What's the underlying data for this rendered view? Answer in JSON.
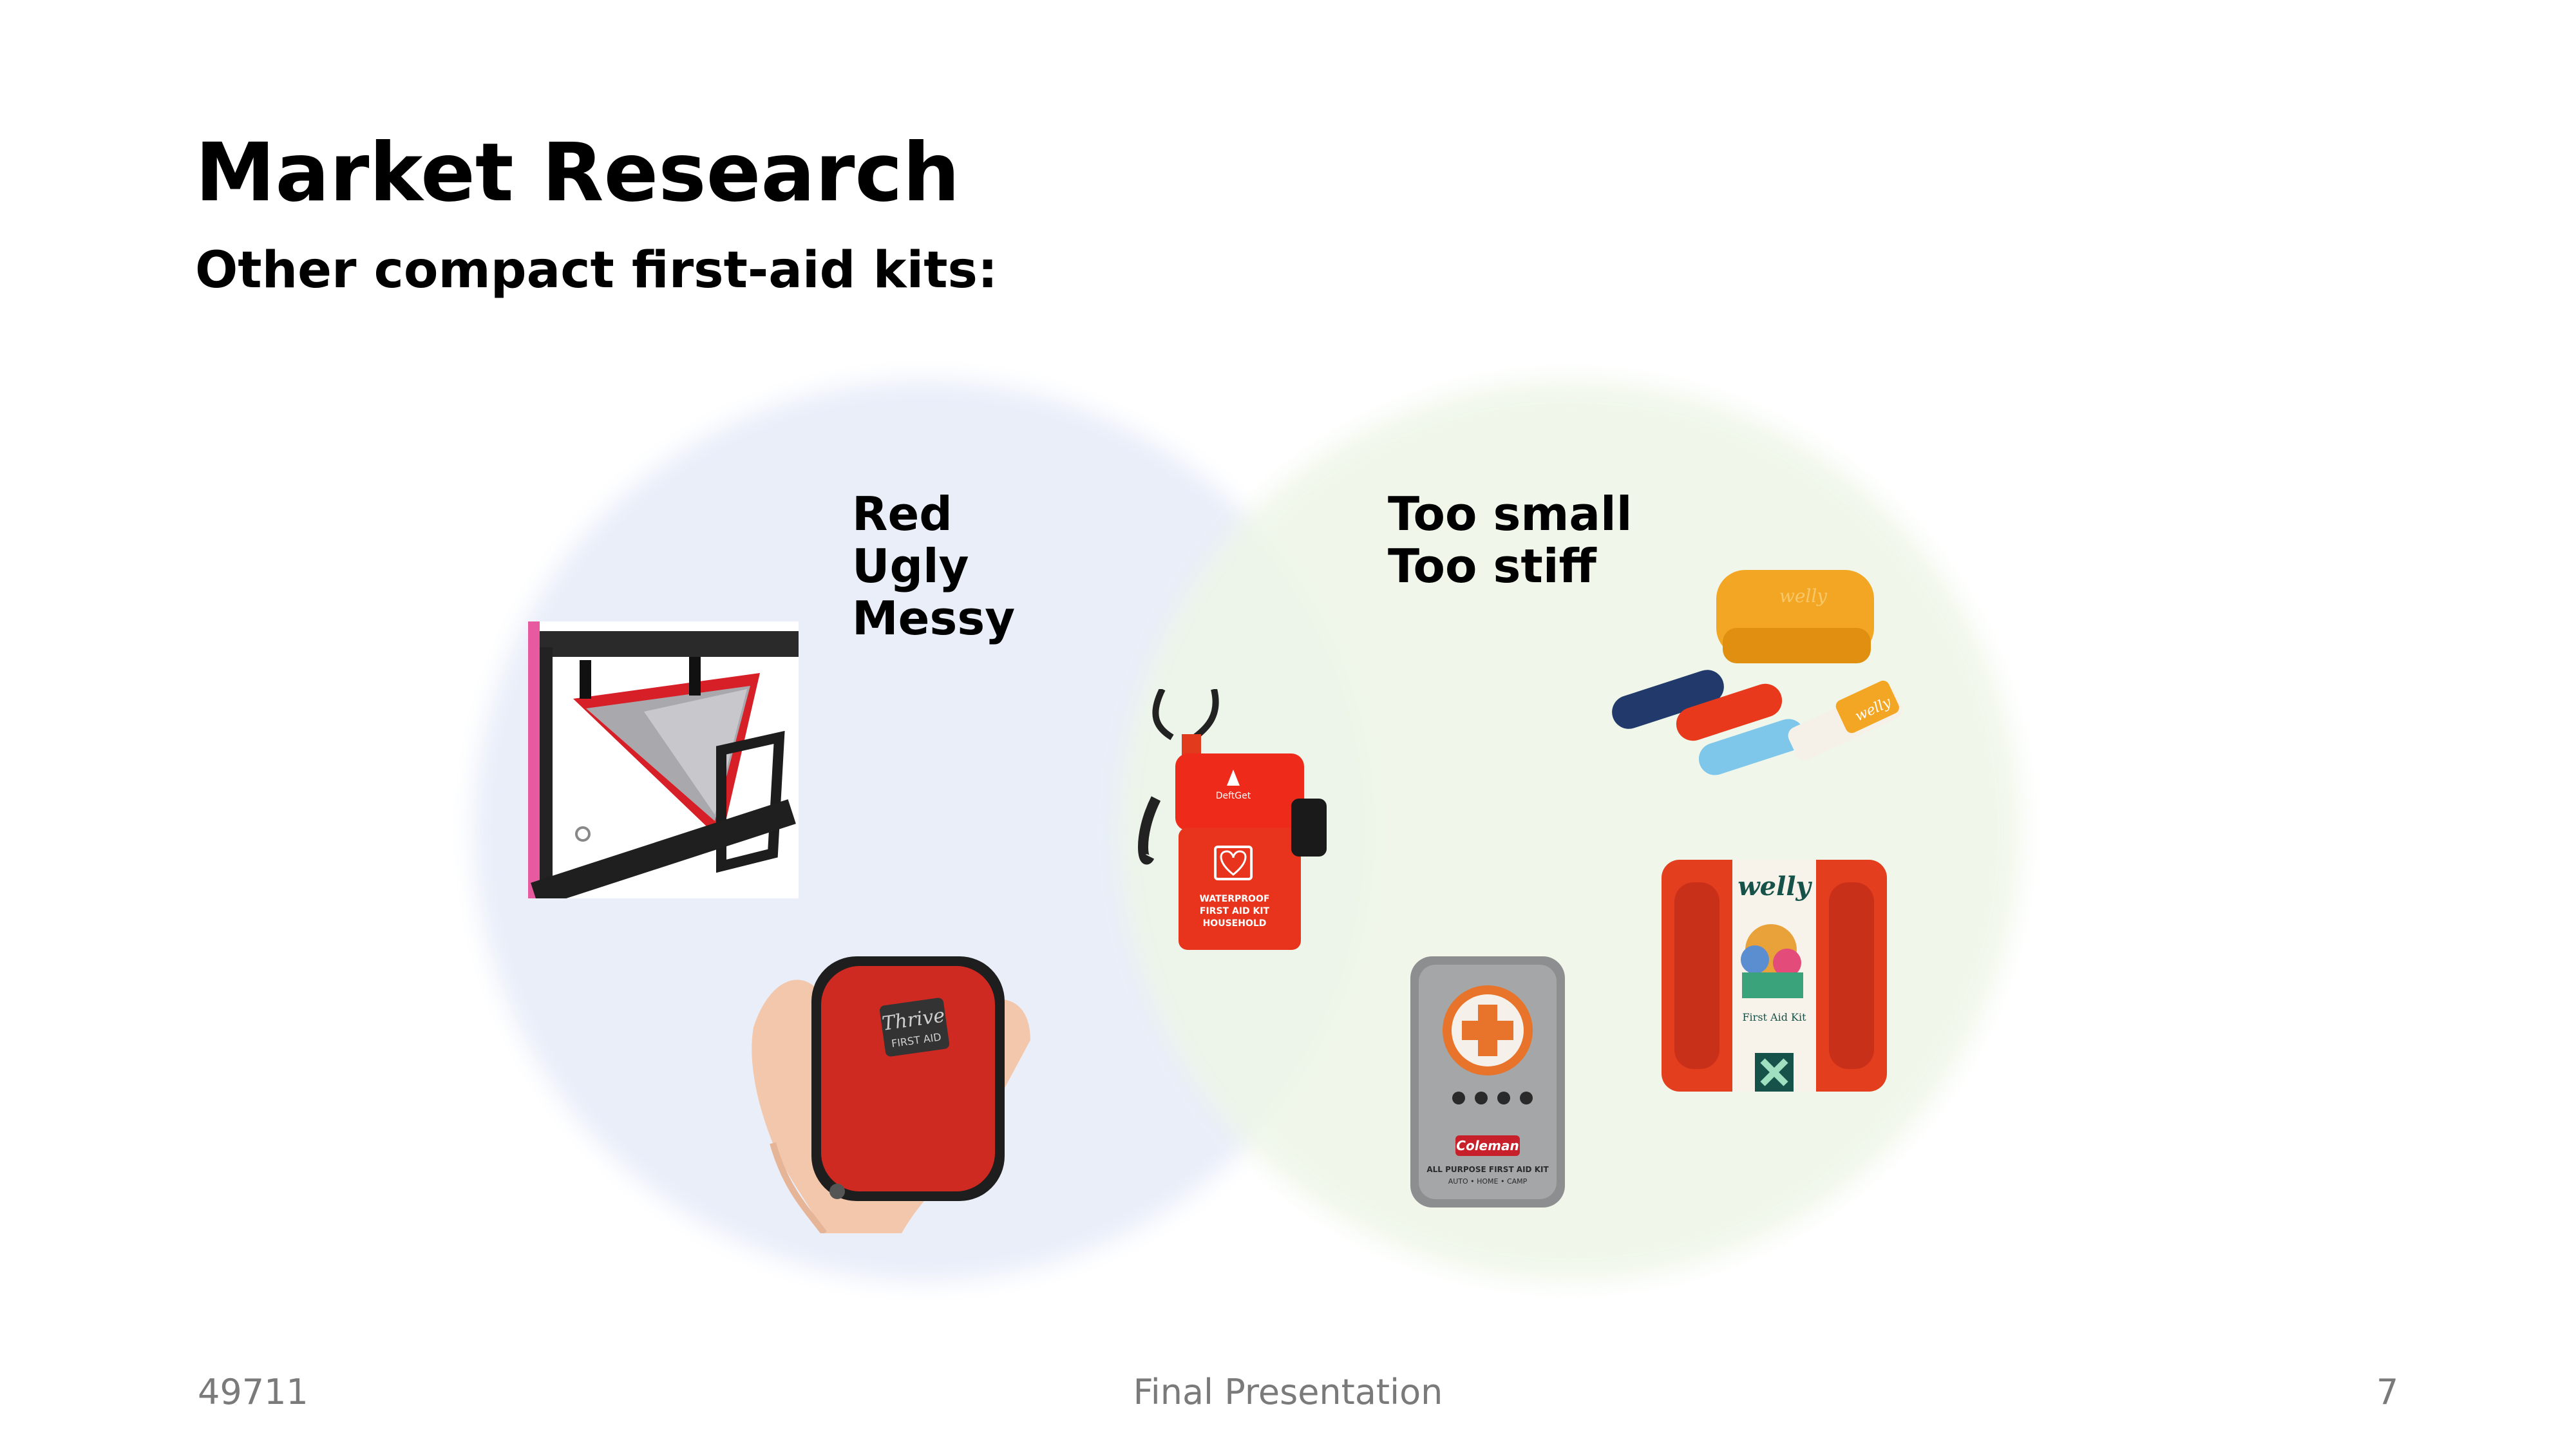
{
  "slide": {
    "title": "Market Research",
    "subtitle": "Other compact first-aid kits:",
    "left_circle_labels": [
      "Red",
      "Ugly",
      "Messy"
    ],
    "right_circle_labels": [
      "Too small",
      "Too stiff"
    ],
    "colors": {
      "left_circle": "#e9eef9",
      "right_circle": "#eef6e7",
      "kit_red": "#d9201e",
      "welly_orange": "#f2a623"
    }
  },
  "products": [
    {
      "name": "bike-frame-bag",
      "icon": "triangle-bag-icon"
    },
    {
      "name": "thrive-compact-case",
      "icon": "zip-case-icon",
      "text": "Thrive",
      "text2": "FIRST AID"
    },
    {
      "name": "deftget-waterproof-kit",
      "icon": "waterproof-box-icon",
      "brand": "DeftGet",
      "text": "WATERPROOF",
      "text2": "FIRST AID KIT",
      "text3": "HOUSEHOLD"
    },
    {
      "name": "welly-travel-case",
      "icon": "capsule-case-icon",
      "brand": "welly"
    },
    {
      "name": "welly-first-aid-kit",
      "icon": "welly-box-icon",
      "brand": "welly",
      "text": "First Aid Kit"
    },
    {
      "name": "coleman-tin",
      "icon": "tin-icon",
      "brand": "Coleman",
      "text": "ALL PURPOSE FIRST AID KIT",
      "text2": "AUTO • HOME • CAMP"
    }
  ],
  "footer": {
    "left": "49711",
    "center": "Final Presentation",
    "right": "7"
  }
}
